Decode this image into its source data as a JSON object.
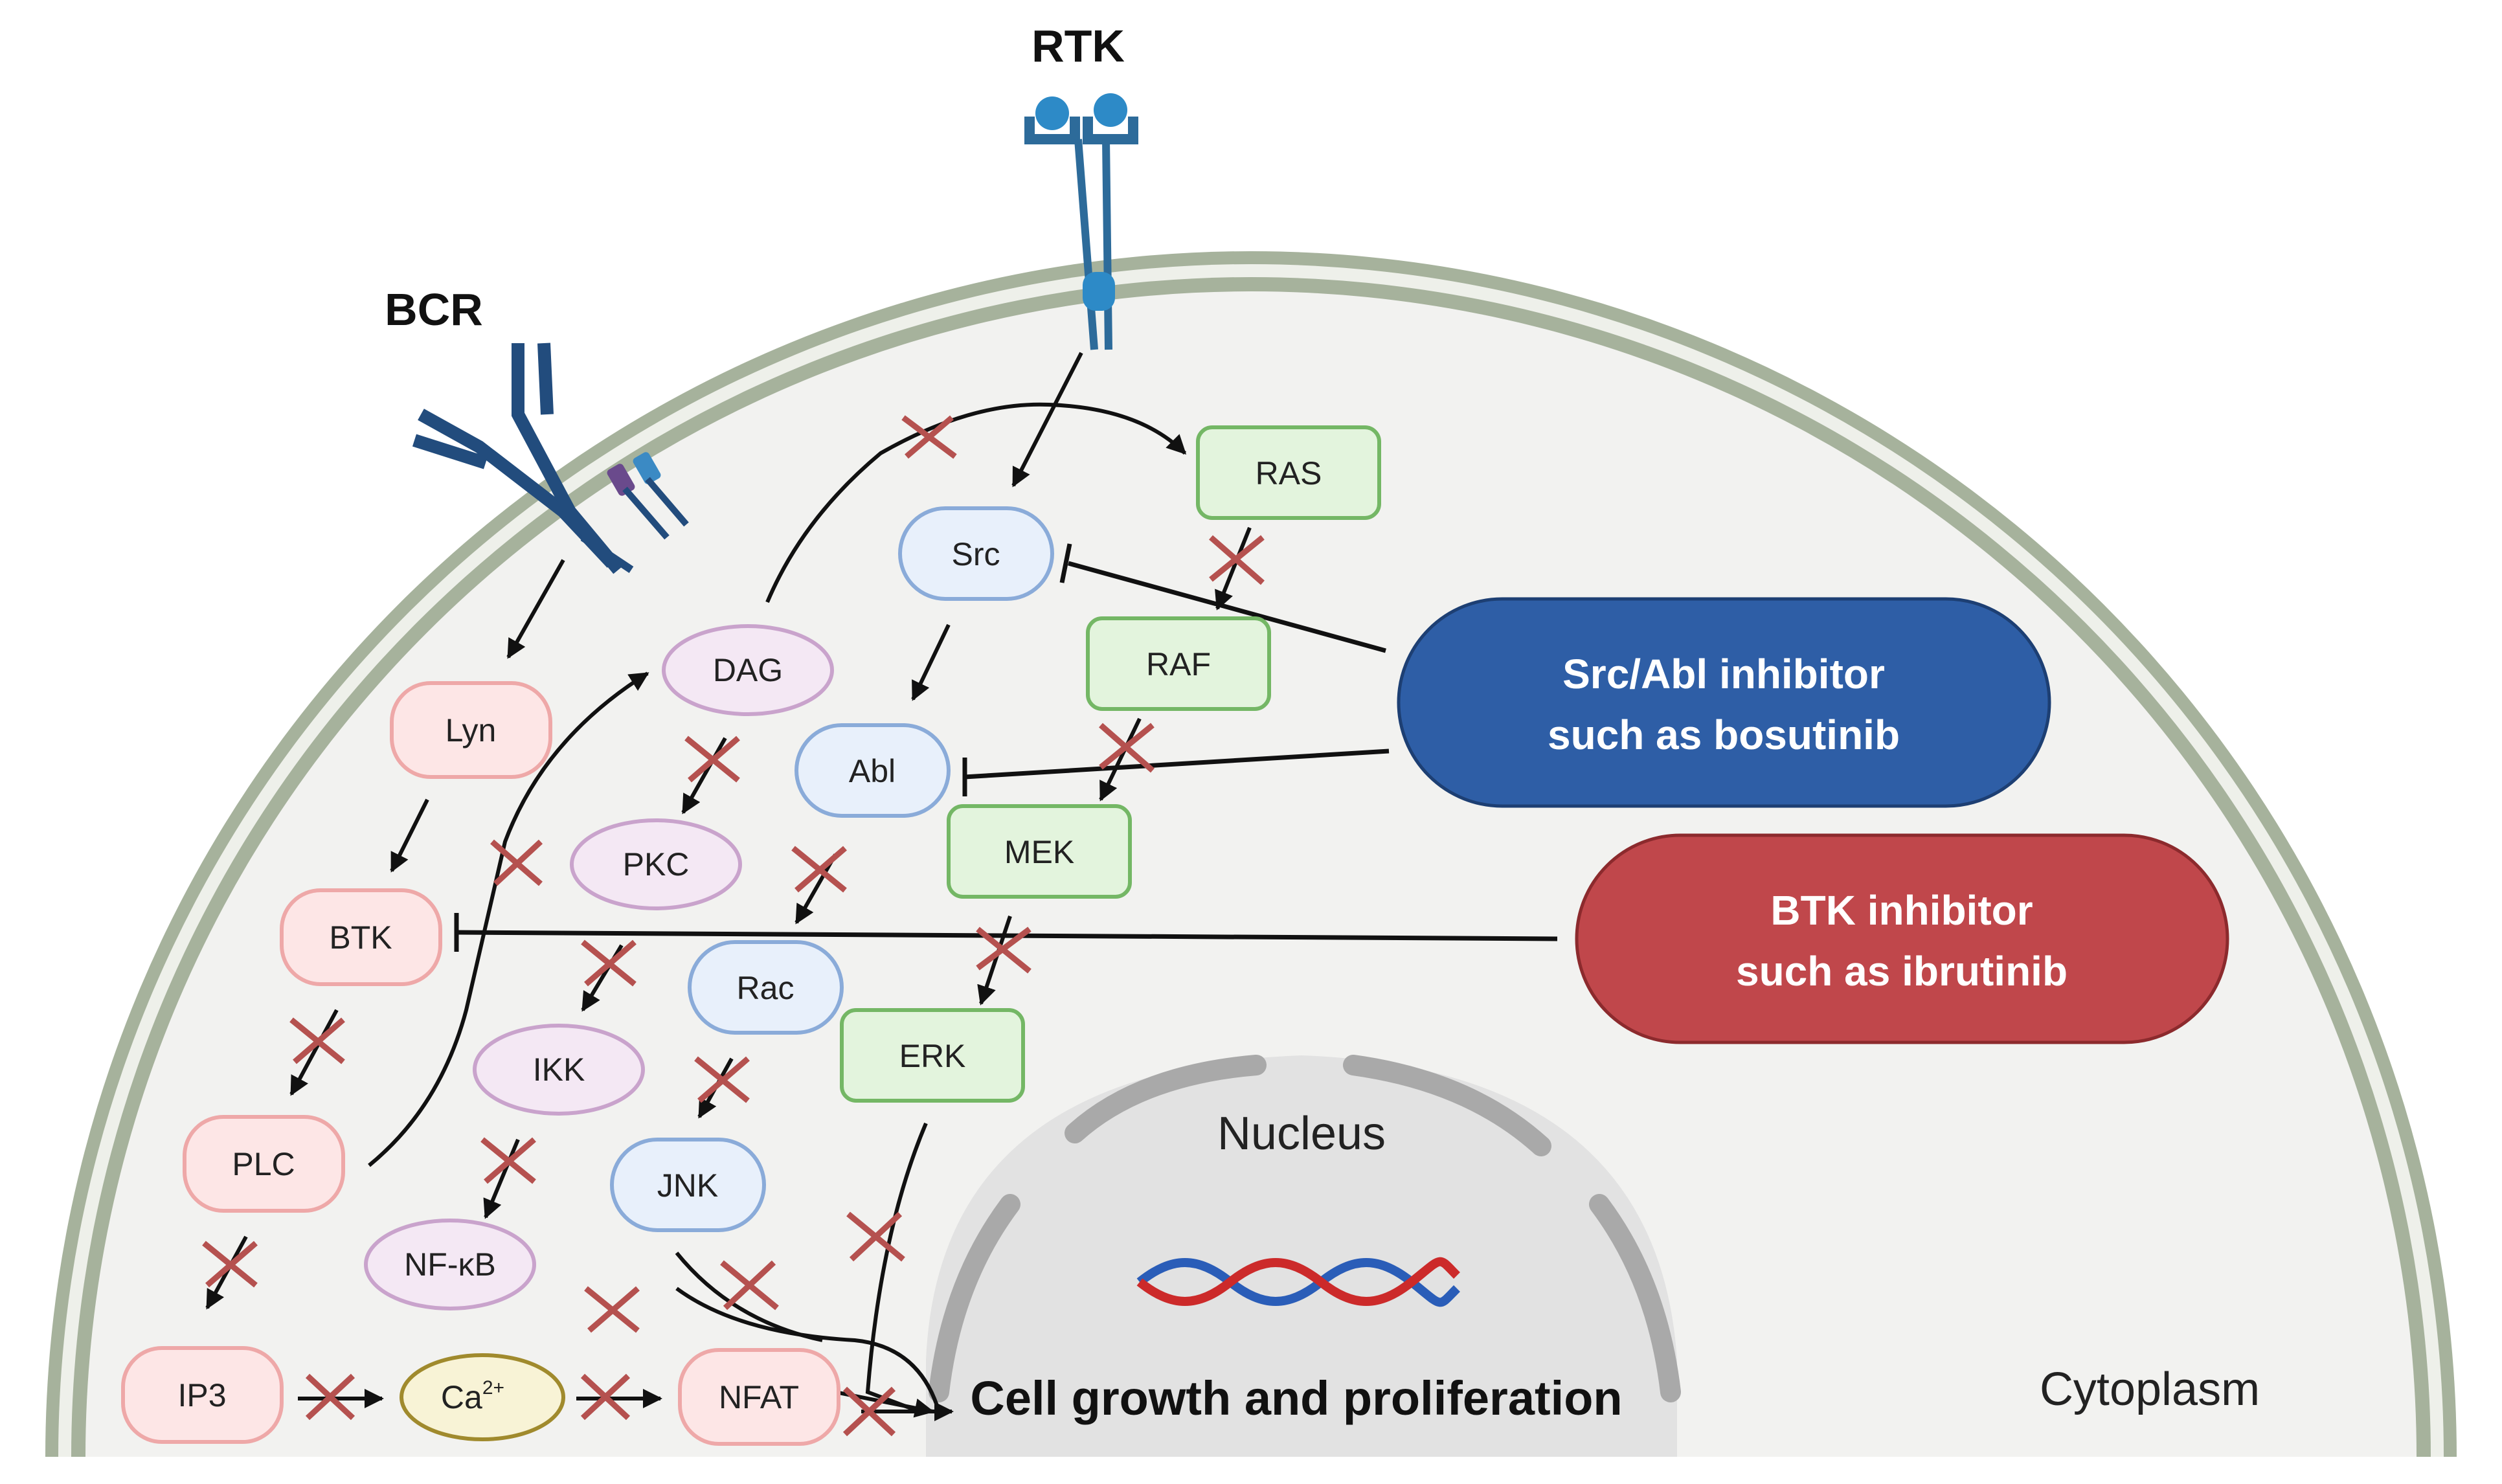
{
  "receptors": {
    "rtk": "RTK",
    "bcr": "BCR"
  },
  "nodes": {
    "ras": "RAS",
    "src": "Src",
    "raf": "RAF",
    "abl": "Abl",
    "mek": "MEK",
    "erk": "ERK",
    "dag": "DAG",
    "lyn": "Lyn",
    "pkc": "PKC",
    "btk": "BTK",
    "rac": "Rac",
    "ikk": "IKK",
    "plc": "PLC",
    "jnk": "JNK",
    "nfkb": "NF-κB",
    "ip3": "IP3",
    "ca": "Ca",
    "ca_sup": "2+",
    "nfat": "NFAT"
  },
  "inhibitors": {
    "src_abl": {
      "line1": "Src/Abl inhibitor",
      "line2": "such as bosutinib",
      "color": "#2e5ea6"
    },
    "btk": {
      "line1": "BTK inhibitor",
      "line2": "such as ibrutinib",
      "color": "#c0474b"
    }
  },
  "labels": {
    "nucleus": "Nucleus",
    "outcome": "Cell growth and proliferation",
    "cytoplasm": "Cytoplasm"
  },
  "colors": {
    "green_fill": "#e3f4dd",
    "green_stroke": "#74b765",
    "blue_fill": "#e8f0fb",
    "blue_stroke": "#8aabd9",
    "purple_fill": "#f4e8f4",
    "purple_stroke": "#c9a3cc",
    "pink_fill": "#fde6e6",
    "pink_stroke": "#eea8a8",
    "ca_fill": "#f8f3d6",
    "ca_stroke": "#a08a2d",
    "cross": "#b5514f",
    "membrane": "#a6b29c",
    "nucleus": "#e2e2e2"
  }
}
